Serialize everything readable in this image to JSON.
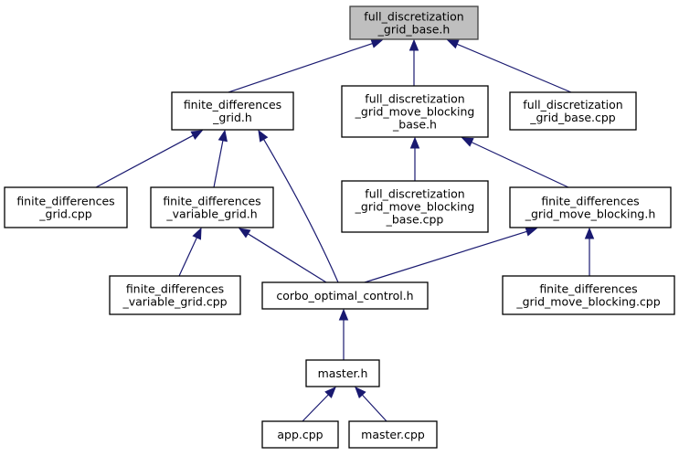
{
  "title": "full_discretization_grid_base.h include dependency graph",
  "colors": {
    "edge": "#191970",
    "root_fill": "#bfbfbf",
    "node_fill": "#ffffff",
    "border": "#000000"
  },
  "nodes": [
    {
      "id": "root",
      "lines": [
        "full_discretization",
        "_grid_base.h"
      ],
      "highlighted": true
    },
    {
      "id": "fdg_h",
      "lines": [
        "finite_differences",
        "_grid.h"
      ]
    },
    {
      "id": "fdgmbb_h",
      "lines": [
        "full_discretization",
        "_grid_move_blocking",
        "_base.h"
      ]
    },
    {
      "id": "fdgb_cpp",
      "lines": [
        "full_discretization",
        "_grid_base.cpp"
      ]
    },
    {
      "id": "fdg_cpp",
      "lines": [
        "finite_differences",
        "_grid.cpp"
      ]
    },
    {
      "id": "fdvg_h",
      "lines": [
        "finite_differences",
        "_variable_grid.h"
      ]
    },
    {
      "id": "fdgmbb_cpp",
      "lines": [
        "full_discretization",
        "_grid_move_blocking",
        "_base.cpp"
      ]
    },
    {
      "id": "fdgmb_h",
      "lines": [
        "finite_differences",
        "_grid_move_blocking.h"
      ]
    },
    {
      "id": "fdvg_cpp",
      "lines": [
        "finite_differences",
        "_variable_grid.cpp"
      ]
    },
    {
      "id": "corbo",
      "lines": [
        "corbo_optimal_control.h"
      ]
    },
    {
      "id": "fdgmb_cpp",
      "lines": [
        "finite_differences",
        "_grid_move_blocking.cpp"
      ]
    },
    {
      "id": "master_h",
      "lines": [
        "master.h"
      ]
    },
    {
      "id": "app_cpp",
      "lines": [
        "app.cpp"
      ]
    },
    {
      "id": "master_cpp",
      "lines": [
        "master.cpp"
      ]
    }
  ],
  "edges": [
    {
      "from": "fdg_h",
      "to": "root"
    },
    {
      "from": "fdgmbb_h",
      "to": "root"
    },
    {
      "from": "fdgb_cpp",
      "to": "root"
    },
    {
      "from": "fdg_cpp",
      "to": "fdg_h"
    },
    {
      "from": "fdvg_h",
      "to": "fdg_h"
    },
    {
      "from": "corbo",
      "to": "fdg_h"
    },
    {
      "from": "fdgmbb_cpp",
      "to": "fdgmbb_h"
    },
    {
      "from": "fdgmb_h",
      "to": "fdgmbb_h"
    },
    {
      "from": "fdvg_cpp",
      "to": "fdvg_h"
    },
    {
      "from": "corbo",
      "to": "fdvg_h"
    },
    {
      "from": "corbo",
      "to": "fdgmb_h"
    },
    {
      "from": "fdgmb_cpp",
      "to": "fdgmb_h"
    },
    {
      "from": "master_h",
      "to": "corbo"
    },
    {
      "from": "app_cpp",
      "to": "master_h"
    },
    {
      "from": "master_cpp",
      "to": "master_h"
    }
  ]
}
